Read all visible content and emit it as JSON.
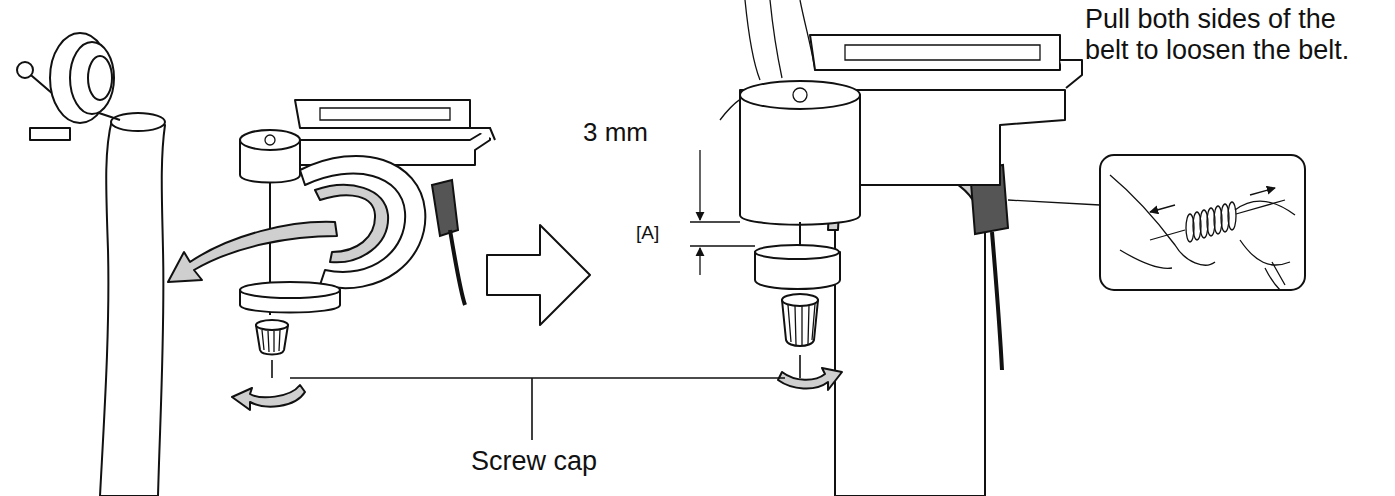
{
  "diagram": {
    "labels": [
      "Pull both sides of the belt to loosen the belt.",
      "3 mm",
      "[A]",
      "Screw cap"
    ]
  }
}
